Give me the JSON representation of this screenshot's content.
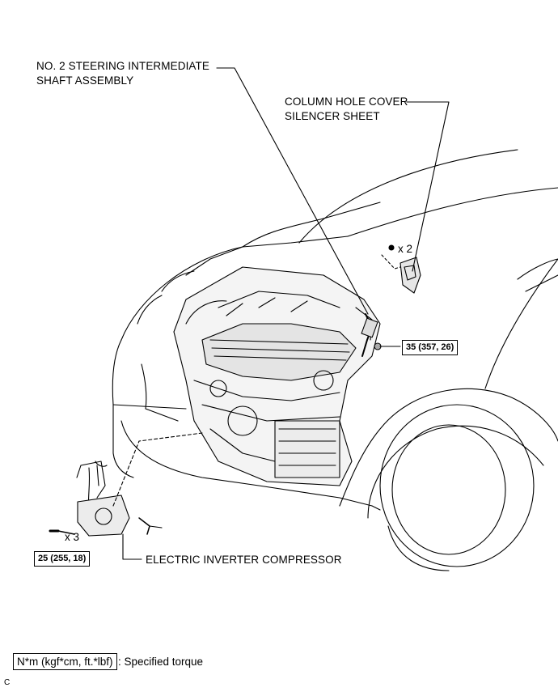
{
  "labels": {
    "shaft_line1": "NO. 2 STEERING INTERMEDIATE",
    "shaft_line2": "SHAFT ASSEMBLY",
    "silencer_line1": "COLUMN HOLE COVER",
    "silencer_line2": "SILENCER SHEET",
    "compressor": "ELECTRIC INVERTER COMPRESSOR"
  },
  "torques": {
    "shaft_bolt": "35 (357, 26)",
    "compressor_bolt": "25 (255, 18)"
  },
  "quantities": {
    "clips": "x 2",
    "bolts": "x 3"
  },
  "legend": {
    "unit": "N*m (kgf*cm, ft.*lbf)",
    "description": ": Specified torque"
  },
  "figure_code": "C"
}
